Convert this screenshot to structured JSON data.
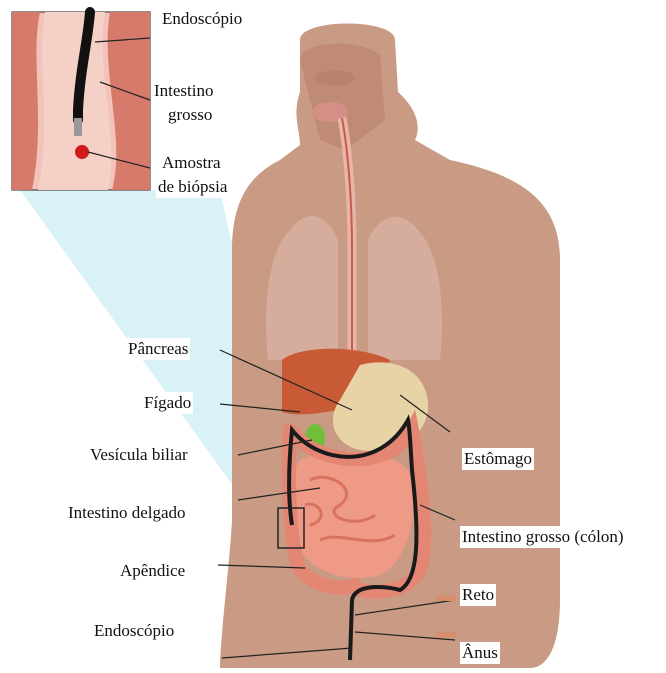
{
  "colors": {
    "skin": "#c99a84",
    "skin_dark": "#a9755f",
    "lungs": "#d9b3a3",
    "liver": "#c85a36",
    "stomach": "#e8d3a7",
    "gallbladder": "#6fbf3a",
    "intestine": "#ef9a86",
    "intestine_dark": "#d9725e",
    "endoscope": "#1a1a1a",
    "beam": "#bfeaf2",
    "biopsy": "#d21a1a"
  },
  "icons": [
    "endoscope-icon",
    "biopsy-sample-icon"
  ],
  "labels": {
    "inset_endoscope": "Endoscópio",
    "inset_large_intestine_1": "Intestino",
    "inset_large_intestine_2": "grosso",
    "inset_biopsy_1": "Amostra",
    "inset_biopsy_2": "de biópsia",
    "pancreas": "Pâncreas",
    "liver": "Fígado",
    "gallbladder": "Vesícula biliar",
    "small_intestine": "Intestino delgado",
    "appendix": "Apêndice",
    "endoscope": "Endoscópio",
    "stomach": "Estômago",
    "colon": "Intestino grosso (cólon)",
    "rectum": "Reto",
    "anus": "Ânus"
  }
}
